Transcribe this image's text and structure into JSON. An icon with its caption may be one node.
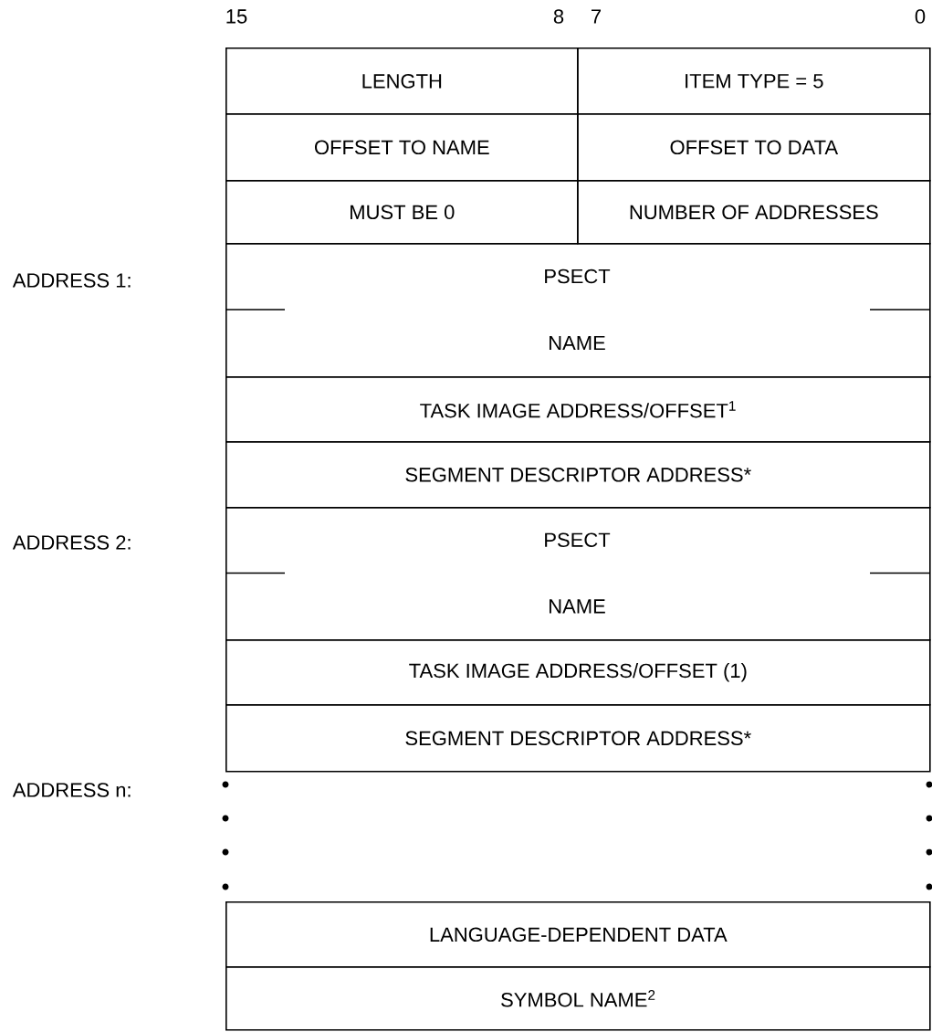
{
  "diagram": {
    "nodes": [
      {
        "text": [
          "LENGTH"
        ]
      },
      {
        "text": [
          "ITEM TYPE = 5"
        ]
      },
      {
        "text": [
          "OFFSET TO NAME"
        ]
      },
      {
        "text": [
          "OFFSET TO DATA"
        ]
      },
      {
        "text": [
          "MUST BE 0"
        ]
      },
      {
        "text": [
          "NUMBER OF ADDRESSES"
        ]
      },
      {
        "text": [
          "PSECT",
          "NAME"
        ]
      },
      {
        "text": [
          "TASK IMAGE ADDRESS/OFFSET$^{1}$"
        ]
      },
      {
        "text": [
          "SEGMENT DESCRIPTOR ADDRESS*"
        ]
      },
      {
        "text": [
          "PSECT",
          "NAME"
        ]
      },
      {
        "text": [
          "TASK IMAGE ADDRESS/OFFSET (1)"
        ]
      },
      {
        "text": [
          "SEGMENT DESCRIPTOR ADDRESS*"
        ]
      },
      {
        "text": [
          "LANGUAGE-DEPENDENT DATA"
        ]
      },
      {
        "text": [
          "SYMBOL NAME$^{2}$"
        ]
      }
    ],
    "labels": [
      "15",
      "8",
      "7",
      "0",
      "ADDRESS 1:",
      "ADDRESS 2:",
      "ADDRESS n:"
    ]
  }
}
